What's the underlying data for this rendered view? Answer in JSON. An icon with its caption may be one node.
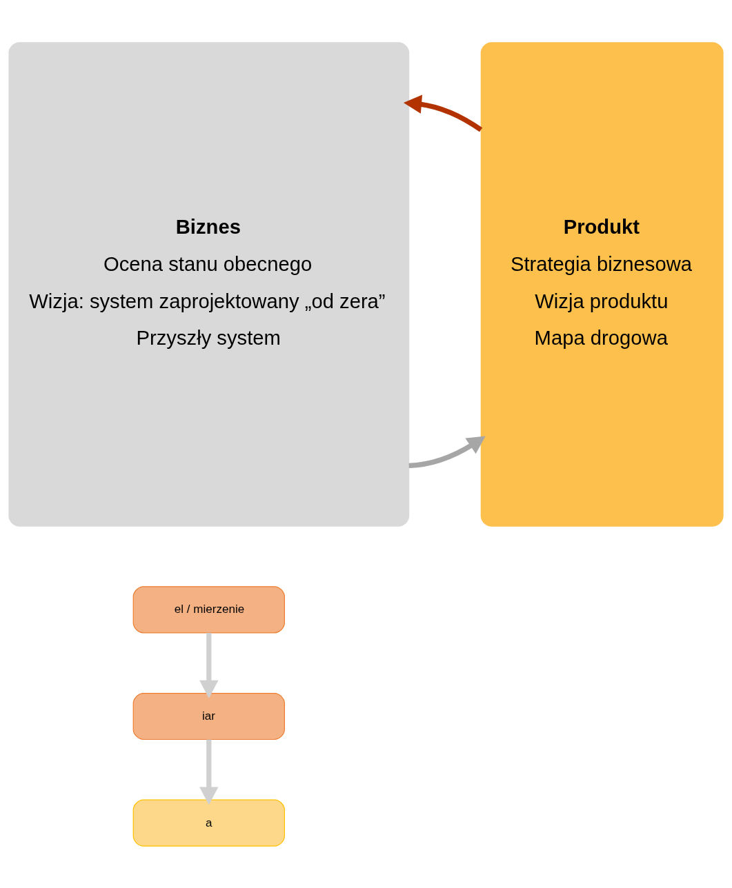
{
  "diagram": {
    "nodes": [
      {
        "text": [
          "Biznes",
          "Ocena stanu obecnego",
          "Wizja: system zaprojektowany „od zera”",
          "Przyszły system"
        ]
      },
      {
        "text": [
          "Produkt",
          "Strategia biznesowa",
          "Wizja produktu",
          "Mapa drogowa"
        ]
      },
      {
        "text": [
          "el / mierzenie"
        ]
      },
      {
        "text": [
          "iar"
        ]
      },
      {
        "text": [
          "a"
        ]
      }
    ],
    "edges": [
      {
        "from": 0,
        "to": 1,
        "arrow": "to",
        "color": "#a6a6a6"
      },
      {
        "from": 1,
        "to": 0,
        "arrow": "to",
        "color": "#b33300"
      },
      {
        "from": 2,
        "to": 3,
        "arrow": "to",
        "color": "#d0d0d0"
      },
      {
        "from": 3,
        "to": 4,
        "arrow": "to",
        "color": "#d0d0d0"
      }
    ]
  }
}
